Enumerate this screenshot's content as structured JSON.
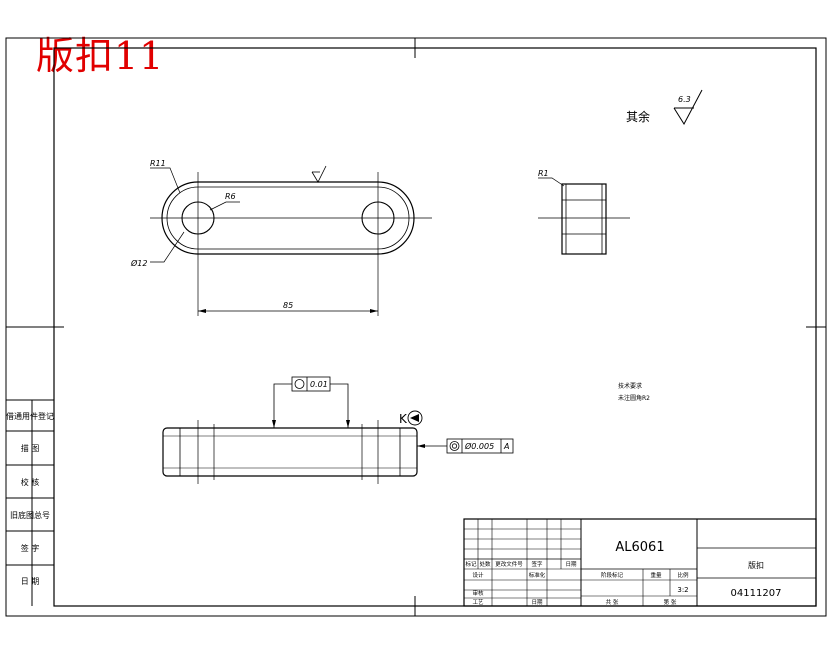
{
  "title_red": "版扣11",
  "surface_finish": {
    "label": "其余",
    "value": "6.3",
    "feature_mark": ""
  },
  "dimensions": {
    "r11": "R11",
    "r6": "R6",
    "dia12": "Ø12",
    "len85": "85",
    "r1": "R1"
  },
  "tolerances": {
    "roundness_value": "0.01",
    "coaxiality_value": "Ø0.005",
    "datum": "A",
    "datum_k": "K"
  },
  "notes": {
    "line1": "技术要求",
    "line2": "未注圆角R2"
  },
  "left_strip": [
    "借通用件登记",
    "描  图",
    "校  核",
    "旧底图总号",
    "签  字",
    "日  期"
  ],
  "title_block": {
    "material": "AL6061",
    "part_name": "版扣",
    "drawing_no": "04111207",
    "row_headers": [
      "标记",
      "处数",
      "更改文件号",
      "签字",
      "日期"
    ],
    "designer": "设计",
    "standardize": "标准化",
    "checker": "审核",
    "craft": "工艺",
    "date_label": "日期",
    "stage_mark": "阶段标记",
    "weight": "重量",
    "scale": "比例",
    "scale_value": "3:2",
    "sheets_total": "共  张",
    "sheet_no": "第  张"
  }
}
